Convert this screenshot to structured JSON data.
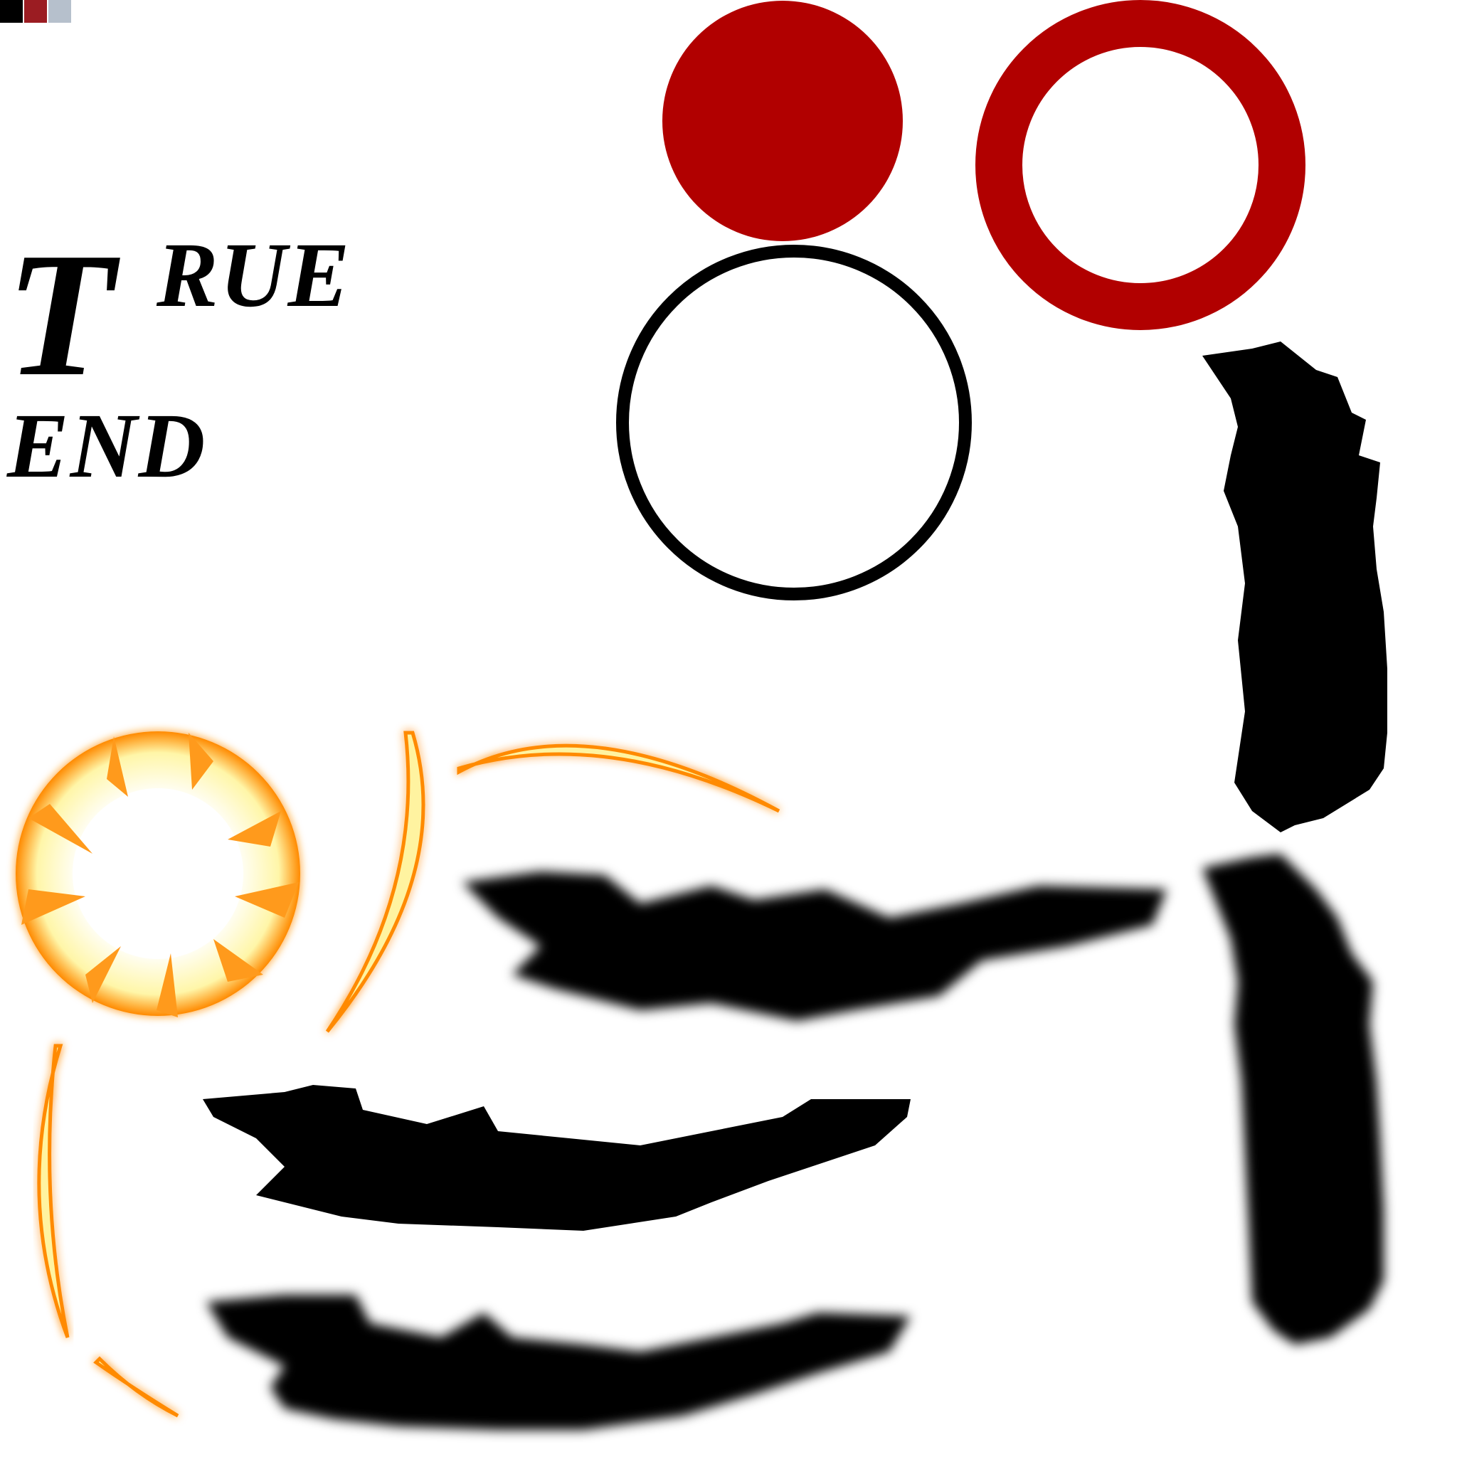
{
  "title_logo": {
    "line1_big": "T",
    "line1_rest": "RUE",
    "line2": "END"
  },
  "palette": {
    "swatch_black": "#000000",
    "swatch_red": "#9b1c22",
    "swatch_gray": "#b6c0cc"
  },
  "colors": {
    "red": "#b10000",
    "black": "#000000",
    "fire_outer": "#ff7a00",
    "fire_inner": "#fff7b0"
  }
}
